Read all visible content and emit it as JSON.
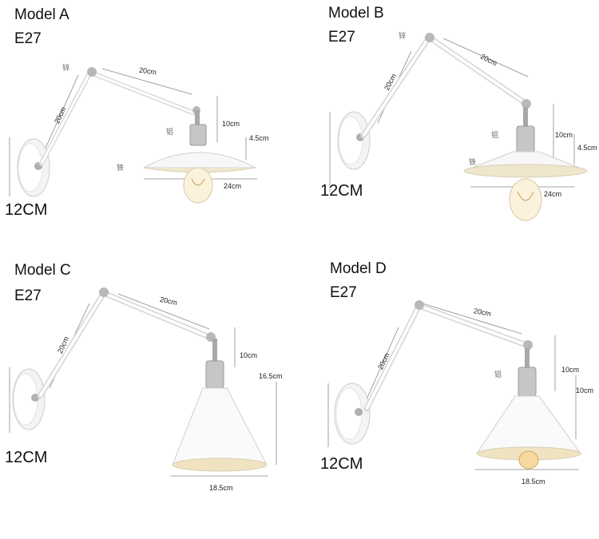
{
  "models": [
    {
      "name": "Model A",
      "socket": "E27",
      "plate_height": "12CM",
      "dims": {
        "arm_upper": "20cm",
        "arm_lower": "20cm",
        "stem": "10cm",
        "shade_height": "4.5cm",
        "shade_width": "24cm"
      },
      "materials": {
        "zinc": "锌",
        "aluminum": "铝",
        "iron": "铁"
      }
    },
    {
      "name": "Model B",
      "socket": "E27",
      "plate_height": "12CM",
      "dims": {
        "arm_upper": "20cm",
        "arm_lower": "20cm",
        "stem": "10cm",
        "shade_height": "4.5cm",
        "shade_width": "24cm"
      },
      "materials": {
        "zinc": "锌",
        "aluminum": "铝",
        "iron": "铁"
      }
    },
    {
      "name": "Model C",
      "socket": "E27",
      "plate_height": "12CM",
      "dims": {
        "arm_upper": "20cm",
        "arm_lower": "20cm",
        "stem": "10cm",
        "shade_height": "16.5cm",
        "shade_width": "18.5cm"
      }
    },
    {
      "name": "Model D",
      "socket": "E27",
      "plate_height": "12CM",
      "dims": {
        "arm_upper": "20cm",
        "arm_lower": "20cm",
        "stem": "10cm",
        "shade_height": "10cm",
        "shade_width": "18.5cm"
      },
      "materials": {
        "aluminum": "铝"
      }
    }
  ]
}
